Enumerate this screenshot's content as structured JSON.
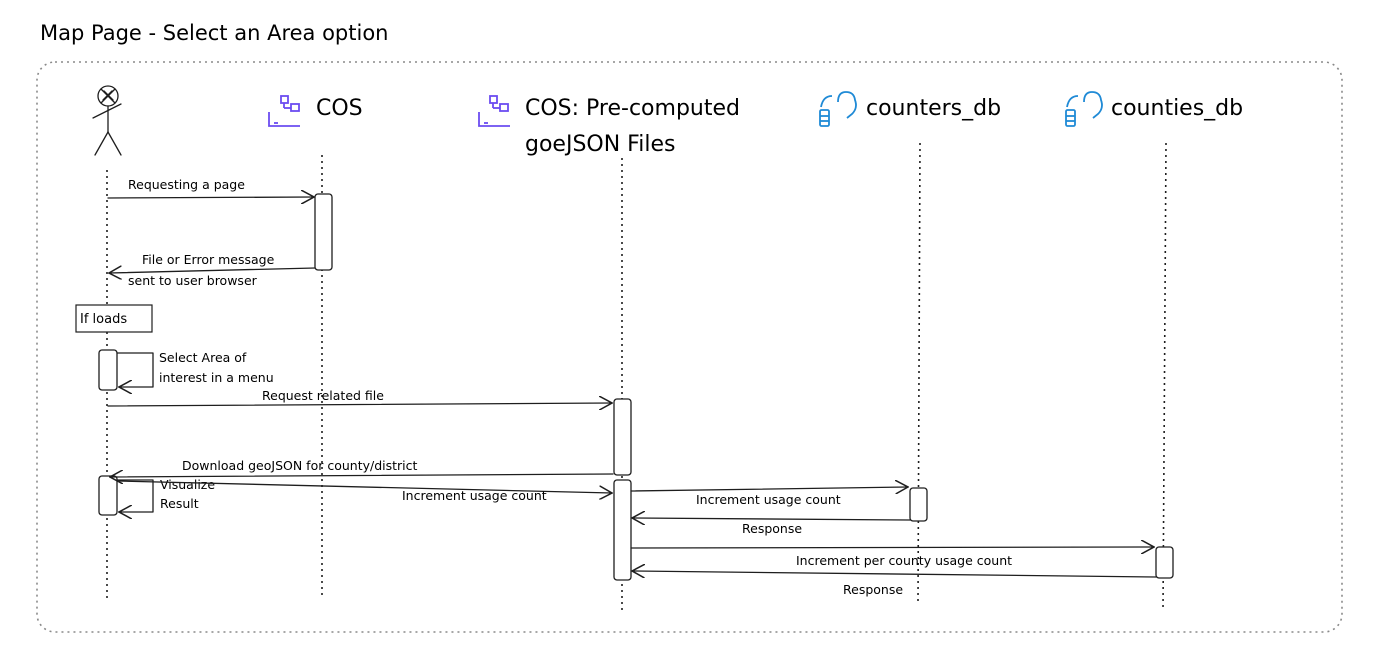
{
  "diagram": {
    "title": "Map Page - Select an Area option",
    "participants": [
      {
        "id": "user",
        "label": "",
        "icon": "stick-figure-icon"
      },
      {
        "id": "cos",
        "label": "COS",
        "icon": "object-storage-icon"
      },
      {
        "id": "cos_geojson",
        "label_line1": "COS: Pre-computed",
        "label_line2": "goeJSON Files",
        "icon": "object-storage-icon"
      },
      {
        "id": "counters_db",
        "label": "counters_db",
        "icon": "cloud-database-icon"
      },
      {
        "id": "counties_db",
        "label": "counties_db",
        "icon": "cloud-database-icon"
      }
    ],
    "messages": {
      "m1": "Requesting a page",
      "m2_line1": "File or Error message",
      "m2_line2": "sent to user browser",
      "m3_line1": "Select Area of",
      "m3_line2": "interest in a menu",
      "m4": "Request related file",
      "m5": "Download geoJSON for county/district",
      "m6_line1": "Visualize",
      "m6_line2": "Result",
      "m7": "Increment usage count",
      "m8": "Increment usage count",
      "m9": "Response",
      "m10": "Increment per county usage count",
      "m11": "Response"
    },
    "note": "If loads",
    "colors": {
      "ink": "#1e1e1e",
      "frame": "#8a8a8a",
      "cos_icon": "#6b4df0",
      "db_icon": "#1f8ad6"
    }
  }
}
